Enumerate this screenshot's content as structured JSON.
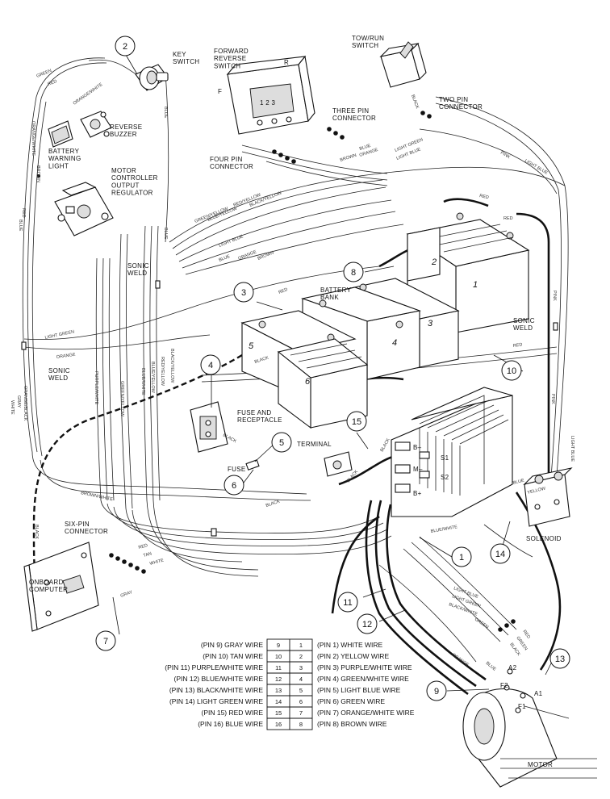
{
  "labels": {
    "key_switch": "KEY\nSWITCH",
    "forward_reverse_switch": "FORWARD\nREVERSE\nSWITCH",
    "tow_run_switch": "TOW/RUN\nSWITCH",
    "two_pin_connector": "TWO PIN\nCONNECTOR",
    "three_pin_connector": "THREE PIN\nCONNECTOR",
    "four_pin_connector": "FOUR PIN\nCONNECTOR",
    "reverse_buzzer": "REVERSE\nBUZZER",
    "battery_warning_light": "BATTERY\nWARNING\nLIGHT",
    "motor_controller_output_regulator": "MOTOR\nCONTROLLER\nOUTPUT\nREGULATOR",
    "sonic_weld_1": "SONIC\nWELD",
    "sonic_weld_2": "SONIC\nWELD",
    "sonic_weld_3": "SONIC\nWELD",
    "battery_bank": "BATTERY\nBANK",
    "fuse_and_receptacle": "FUSE AND\nRECEPTACLE",
    "terminal": "TERMINAL",
    "fuse": "FUSE",
    "six_pin_connector": "SIX-PIN\nCONNECTOR",
    "onboard_computer": "ONBOARD\nCOMPUTER",
    "solenoid": "SOLENOID",
    "motor": "MOTOR",
    "switch_f": "F",
    "switch_r": "R",
    "switch_pins": "1  2  3"
  },
  "terminals": {
    "b_minus": "B–",
    "s1": "S1",
    "m_minus": "M–",
    "s2": "S2",
    "b_plus": "B+",
    "a2": "A2",
    "f2": "F2",
    "a1": "A1",
    "f1": "F1"
  },
  "callouts": [
    "1",
    "2",
    "3",
    "4",
    "5",
    "6",
    "7",
    "8",
    "9",
    "10",
    "11",
    "12",
    "13",
    "14",
    "15"
  ],
  "batteries": [
    "1",
    "2",
    "3",
    "4",
    "5",
    "6"
  ],
  "wires": {
    "green": "GREEN",
    "red": "RED",
    "orange_white": "ORANGE/WHITE",
    "brown": "BROWN",
    "blue": "BLUE",
    "blue_white": "BLUE/WHITE",
    "black": "BLACK",
    "pink": "PINK",
    "light_blue": "LIGHT BLUE",
    "light_green": "LIGHT GREEN",
    "orange": "ORANGE",
    "yellow": "YELLOW",
    "gray": "GRAY",
    "white": "WHITE",
    "tan": "TAN",
    "purple_white": "PURPLE/WHITE",
    "green_yellow": "GREEN/YELLOW",
    "blue_yellow": "BLUE/YELLOW",
    "red_yellow": "RED/YELLOW",
    "black_yellow": "BLACK/YELLOW",
    "brown_white": "BROWN/WHITE",
    "black_white": "BLACK/WHITE",
    "red_white": "RED/WHITE",
    "orange_black": "ORANGE/BLACK",
    "light_blue_white": "LIGHT BLUE/WHITE"
  },
  "pin_table": {
    "left": [
      "(PIN 9) GRAY WIRE",
      "(PIN 10) TAN WIRE",
      "(PIN 11) PURPLE/WHITE WIRE",
      "(PIN 12) BLUE/WHITE WIRE",
      "(PIN 13) BLACK/WHITE WIRE",
      "(PIN 14) LIGHT GREEN WIRE",
      "(PIN 15) RED WIRE",
      "(PIN 16) BLUE WIRE"
    ],
    "cells_left": [
      "9",
      "10",
      "11",
      "12",
      "13",
      "14",
      "15",
      "16"
    ],
    "cells_right": [
      "1",
      "2",
      "3",
      "4",
      "5",
      "6",
      "7",
      "8"
    ],
    "right": [
      "(PIN 1) WHITE WIRE",
      "(PIN 2) YELLOW WIRE",
      "(PIN 3) PURPLE/WHITE WIRE",
      "(PIN 4) GREEN/WHITE WIRE",
      "(PIN 5) LIGHT BLUE WIRE",
      "(PIN 6) GREEN WIRE",
      "(PIN 7) ORANGE/WHITE WIRE",
      "(PIN 8) BROWN WIRE"
    ]
  }
}
